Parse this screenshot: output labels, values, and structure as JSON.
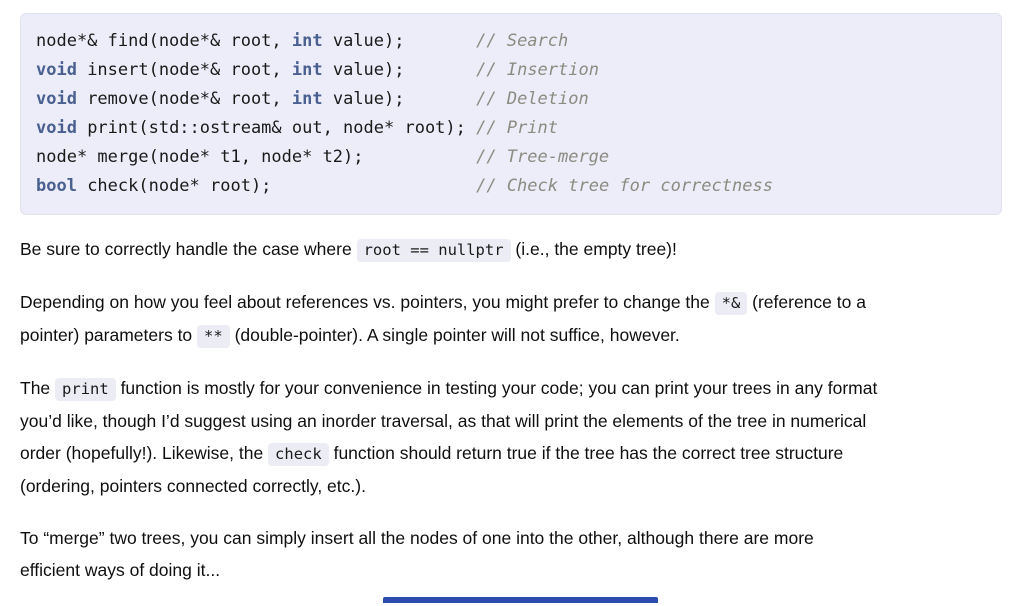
{
  "colors": {
    "page_background": "#ffffff",
    "code_block_background": "#ecedf8",
    "code_block_border": "#e1e2ef",
    "keyword": "#4a6091",
    "comment": "#8c8b82",
    "code_text": "#1a1a1a",
    "body_text": "#0f0f0f",
    "inline_code_background": "#ececf4",
    "bottom_bar": "#2b4dad"
  },
  "code_block": {
    "lines": [
      [
        {
          "t": "plain",
          "s": "node*& find(node*& root, "
        },
        {
          "t": "kw",
          "s": "int"
        },
        {
          "t": "plain",
          "s": " value);"
        },
        {
          "t": "comment",
          "s": "       // Search"
        }
      ],
      [
        {
          "t": "kw",
          "s": "void"
        },
        {
          "t": "plain",
          "s": " insert(node*& root, "
        },
        {
          "t": "kw",
          "s": "int"
        },
        {
          "t": "plain",
          "s": " value);"
        },
        {
          "t": "comment",
          "s": "       // Insertion"
        }
      ],
      [
        {
          "t": "kw",
          "s": "void"
        },
        {
          "t": "plain",
          "s": " remove(node*& root, "
        },
        {
          "t": "kw",
          "s": "int"
        },
        {
          "t": "plain",
          "s": " value);"
        },
        {
          "t": "comment",
          "s": "       // Deletion"
        }
      ],
      [
        {
          "t": "kw",
          "s": "void"
        },
        {
          "t": "plain",
          "s": " print(std::ostream& out, node* root);"
        },
        {
          "t": "comment",
          "s": " // Print"
        }
      ],
      [
        {
          "t": "plain",
          "s": "node* merge(node* t1, node* t2);"
        },
        {
          "t": "comment",
          "s": "           // Tree-merge"
        }
      ],
      [
        {
          "t": "kw",
          "s": "bool"
        },
        {
          "t": "plain",
          "s": " check(node* root);"
        },
        {
          "t": "comment",
          "s": "                    // Check tree for correctness"
        }
      ]
    ]
  },
  "paragraphs": [
    {
      "lines": [
        [
          {
            "t": "text",
            "s": "Be sure to correctly handle the case where "
          },
          {
            "t": "code",
            "s": "root == nullptr"
          },
          {
            "t": "text",
            "s": " (i.e., the empty tree)!"
          }
        ]
      ]
    },
    {
      "lines": [
        [
          {
            "t": "text",
            "s": "Depending on how you feel about references vs. pointers, you might prefer to change the "
          },
          {
            "t": "code",
            "s": "*&"
          },
          {
            "t": "text",
            "s": " (reference to a"
          }
        ],
        [
          {
            "t": "text",
            "s": "pointer) parameters to "
          },
          {
            "t": "code",
            "s": "**"
          },
          {
            "t": "text",
            "s": " (double-pointer). A single pointer will not suffice, however."
          }
        ]
      ]
    },
    {
      "lines": [
        [
          {
            "t": "text",
            "s": "The "
          },
          {
            "t": "code",
            "s": "print"
          },
          {
            "t": "text",
            "s": " function is mostly for your convenience in testing your code; you can print your trees in any format"
          }
        ],
        [
          {
            "t": "text",
            "s": "you’d like, though I’d suggest using an inorder traversal, as that will print the elements of the tree in numerical"
          }
        ],
        [
          {
            "t": "text",
            "s": "order (hopefully!). Likewise, the "
          },
          {
            "t": "code",
            "s": "check"
          },
          {
            "t": "text",
            "s": " function should return true if the tree has the correct tree structure"
          }
        ],
        [
          {
            "t": "text",
            "s": "(ordering, pointers connected correctly, etc.)."
          }
        ]
      ]
    },
    {
      "lines": [
        [
          {
            "t": "text",
            "s": "To “merge” two trees, you can simply insert all the nodes of one into the other, although there are more"
          }
        ],
        [
          {
            "t": "text",
            "s": "efficient ways of doing it..."
          }
        ]
      ]
    }
  ]
}
